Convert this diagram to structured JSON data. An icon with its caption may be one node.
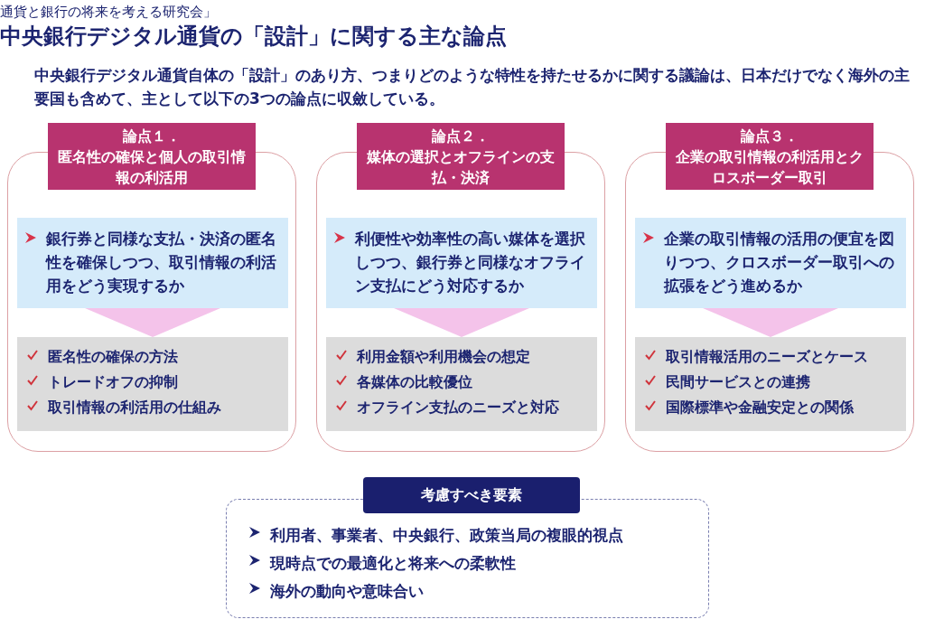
{
  "diagram": {
    "title": "中央銀行デジタル通貨の「設計」に関する主な論点",
    "nodes": [
      {
        "text": [
          "論点１．",
          "匿名性の確保と個人の取引情報の利活用"
        ]
      },
      {
        "text": [],
        "shape": "box"
      },
      {
        "text": [
          "銀行券と同様な支払・決済の匿名性を確保しつつ、取引情報の利活用をどう実現するか"
        ],
        "in": 1
      },
      {
        "text": [
          "匿名性の確保の方法",
          "トレードオフの抑制",
          "取引情報の利活用の仕組み"
        ],
        "in": 1
      },
      {
        "text": [
          "論点２．",
          "媒体の選択とオフラインの支払・決済"
        ]
      },
      {
        "text": [],
        "shape": "box"
      },
      {
        "text": [
          "利便性や効率性の高い媒体を選択しつつ、銀行券と同様なオフライン支払にどう対応するか"
        ],
        "in": 5
      },
      {
        "text": [
          "利用金額や利用機会の想定",
          "各媒体の比較優位",
          "オフライン支払のニーズと対応"
        ],
        "in": 5
      },
      {
        "text": [
          "論点３．",
          "企業の取引情報の利活用とクロスボーダー取引"
        ]
      },
      {
        "text": [],
        "shape": "box"
      },
      {
        "text": [
          "企業の取引情報の活用の便宜を図りつつ、クロスボーダー取引への拡張をどう進めるか"
        ],
        "in": 9
      },
      {
        "text": [
          "取引情報活用のニーズとケース",
          "民間サービスとの連携",
          "国際標準や金融安定との関係"
        ],
        "in": 9
      },
      {
        "text": [
          "考慮すべき要素"
        ]
      },
      {
        "text": [
          "利用者、事業者、中央銀行、政策当局の複眼的視点",
          "現時点での最適化と将来への柔軟性",
          "海外の動向や意味合い"
        ]
      }
    ],
    "edges": [
      {
        "from": 2,
        "to": 3,
        "arrow": "to"
      },
      {
        "from": 6,
        "to": 7,
        "arrow": "to"
      },
      {
        "from": 10,
        "to": 11,
        "arrow": "to"
      }
    ],
    "labels": [
      "通貨と銀行の将来を考える研究会」",
      "中央銀行デジタル通貨自体の「設計」のあり方、つまりどのような特性を持たせるかに関する議論は、日本だけでなく海外の主要国も含めて、主として以下の3つの論点に収斂している。"
    ]
  }
}
